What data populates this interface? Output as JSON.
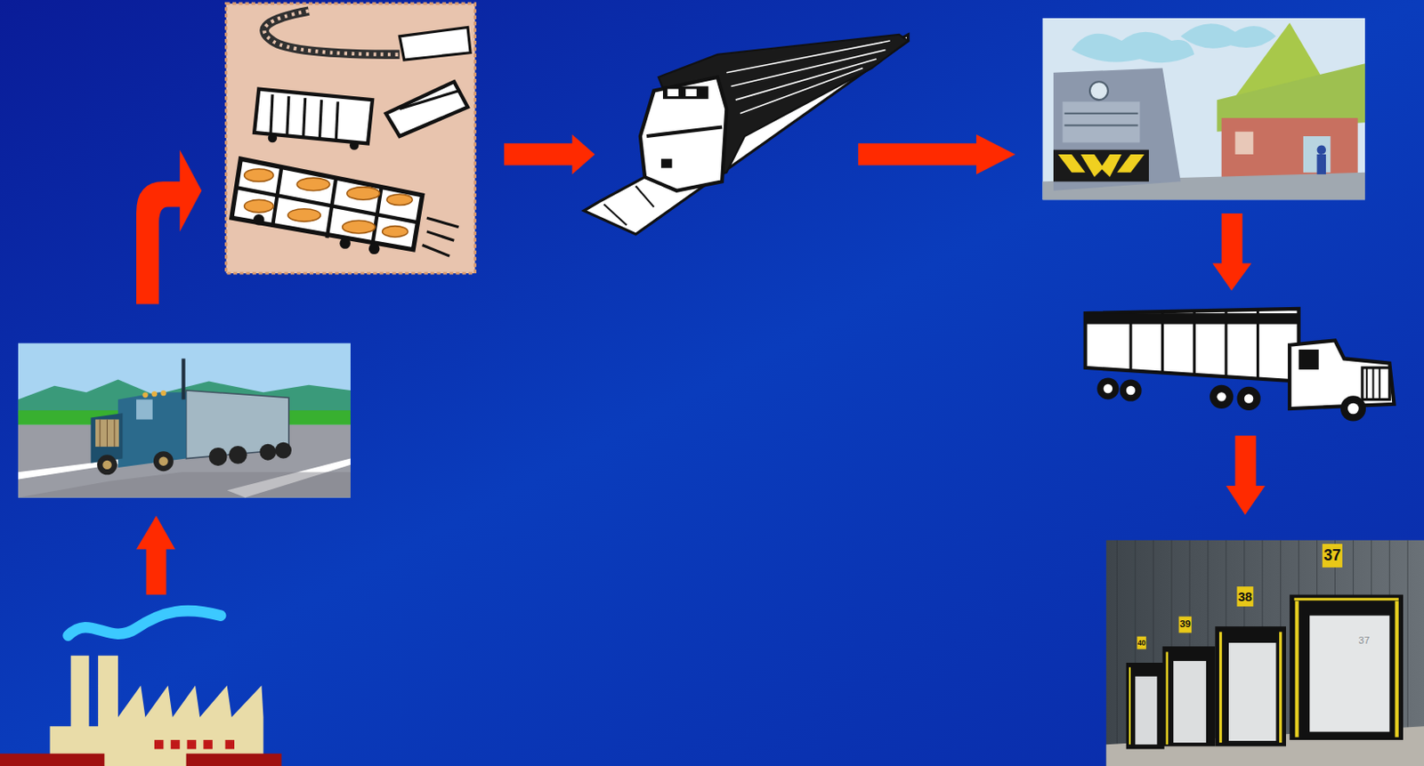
{
  "diagram": {
    "labels": [
      "40",
      "39",
      "38",
      "37",
      "37"
    ]
  }
}
